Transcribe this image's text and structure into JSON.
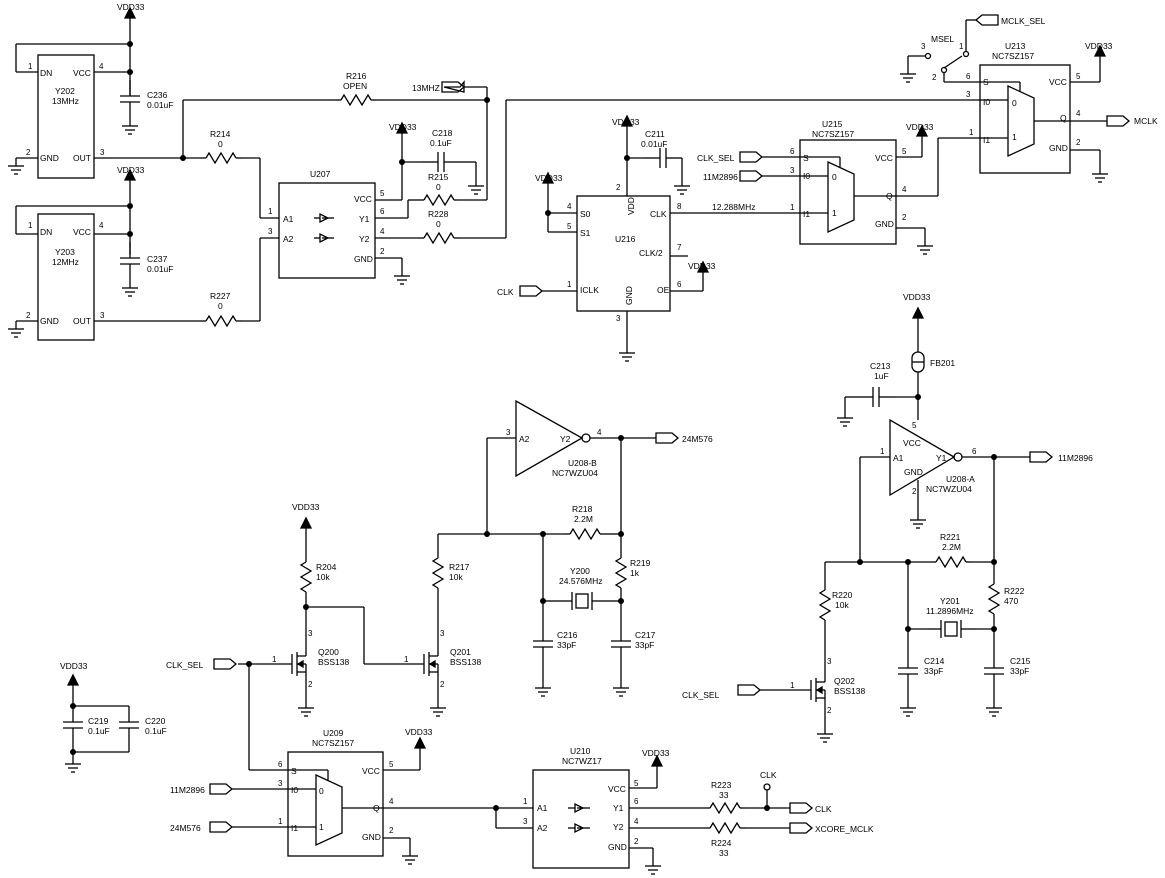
{
  "components": {
    "Y202": {
      "ref": "Y202",
      "value": "13MHz",
      "pins": {
        "DN": "DN",
        "VCC": "VCC",
        "GND": "GND",
        "OUT": "OUT"
      },
      "nums": [
        "1",
        "4",
        "2",
        "3"
      ]
    },
    "Y203": {
      "ref": "Y203",
      "value": "12MHz",
      "pins": {
        "DN": "DN",
        "VCC": "VCC",
        "GND": "GND",
        "OUT": "OUT"
      },
      "nums": [
        "1",
        "4",
        "2",
        "3"
      ]
    },
    "C236": {
      "ref": "C236",
      "value": "0.01uF"
    },
    "C237": {
      "ref": "C237",
      "value": "0.01uF"
    },
    "R216": {
      "ref": "R216",
      "value": "OPEN"
    },
    "R214": {
      "ref": "R214",
      "value": "0"
    },
    "R227": {
      "ref": "R227",
      "value": "0"
    },
    "U207": {
      "ref": "U207",
      "pins": {
        "A1": "A1",
        "A2": "A2",
        "VCC": "VCC",
        "Y1": "Y1",
        "Y2": "Y2",
        "GND": "GND"
      },
      "nums": [
        "1",
        "2",
        "3",
        "4",
        "5",
        "6"
      ]
    },
    "C218": {
      "ref": "C218",
      "value": "0.1uF"
    },
    "R215": {
      "ref": "R215",
      "value": "0"
    },
    "R228": {
      "ref": "R228",
      "value": "0"
    },
    "C211": {
      "ref": "C211",
      "value": "0.01uF"
    },
    "U216": {
      "ref": "U216",
      "pins": {
        "S0": "S0",
        "S1": "S1",
        "VDD": "VDD",
        "CLK": "CLK",
        "CLK2": "CLK/2",
        "OE": "OE",
        "ICLK": "ICLK",
        "GND": "GND"
      },
      "nums": [
        "1",
        "2",
        "3",
        "4",
        "5",
        "6",
        "7",
        "8"
      ]
    },
    "U215": {
      "ref": "U215",
      "part": "NC7SZ157",
      "pins": {
        "S": "S",
        "I0": "I0",
        "I1": "I1",
        "VCC": "VCC",
        "Q": "Q",
        "GND": "GND",
        "m0": "0",
        "m1": "1"
      },
      "nums": [
        "1",
        "2",
        "3",
        "4",
        "5",
        "6"
      ]
    },
    "U213": {
      "ref": "U213",
      "part": "NC7SZ157",
      "pins": {
        "S": "S",
        "I0": "I0",
        "I1": "I1",
        "VCC": "VCC",
        "Q": "Q",
        "GND": "GND",
        "m0": "0",
        "m1": "1"
      },
      "nums": [
        "1",
        "2",
        "3",
        "4",
        "5",
        "6"
      ]
    },
    "MSEL": {
      "ref": "MSEL",
      "nums": [
        "1",
        "2",
        "3"
      ]
    },
    "FB201": {
      "ref": "FB201"
    },
    "C213": {
      "ref": "C213",
      "value": "1uF"
    },
    "U208A": {
      "ref": "U208-A",
      "part": "NC7WZU04",
      "pins": {
        "A1": "A1",
        "Y1": "Y1",
        "VCC": "VCC",
        "GND": "GND"
      },
      "nums": [
        "1",
        "2",
        "5",
        "6"
      ]
    },
    "R221": {
      "ref": "R221",
      "value": "2.2M"
    },
    "R222": {
      "ref": "R222",
      "value": "470"
    },
    "R220": {
      "ref": "R220",
      "value": "10k"
    },
    "Y201": {
      "ref": "Y201",
      "value": "11.2896MHz"
    },
    "C214": {
      "ref": "C214",
      "value": "33pF"
    },
    "C215": {
      "ref": "C215",
      "value": "33pF"
    },
    "Q202": {
      "ref": "Q202",
      "value": "BSS138",
      "nums": [
        "1",
        "2",
        "3"
      ]
    },
    "U208B": {
      "ref": "U208-B",
      "part": "NC7WZU04",
      "pins": {
        "A2": "A2",
        "Y2": "Y2"
      },
      "nums": [
        "3",
        "4"
      ]
    },
    "R218": {
      "ref": "R218",
      "value": "2.2M"
    },
    "R219": {
      "ref": "R219",
      "value": "1k"
    },
    "R217": {
      "ref": "R217",
      "value": "10k"
    },
    "R204": {
      "ref": "R204",
      "value": "10k"
    },
    "Y200": {
      "ref": "Y200",
      "value": "24.576MHz"
    },
    "C216": {
      "ref": "C216",
      "value": "33pF"
    },
    "C217": {
      "ref": "C217",
      "value": "33pF"
    },
    "Q200": {
      "ref": "Q200",
      "value": "BSS138",
      "nums": [
        "1",
        "2",
        "3"
      ]
    },
    "Q201": {
      "ref": "Q201",
      "value": "BSS138",
      "nums": [
        "1",
        "2",
        "3"
      ]
    },
    "C219": {
      "ref": "C219",
      "value": "0.1uF"
    },
    "C220": {
      "ref": "C220",
      "value": "0.1uF"
    },
    "U209": {
      "ref": "U209",
      "part": "NC7SZ157",
      "pins": {
        "S": "S",
        "I0": "I0",
        "I1": "I1",
        "VCC": "VCC",
        "Q": "Q",
        "GND": "GND",
        "m0": "0",
        "m1": "1"
      },
      "nums": [
        "1",
        "2",
        "3",
        "4",
        "5",
        "6"
      ]
    },
    "U210": {
      "ref": "U210",
      "part": "NC7WZ17",
      "pins": {
        "A1": "A1",
        "A2": "A2",
        "VCC": "VCC",
        "Y1": "Y1",
        "Y2": "Y2",
        "GND": "GND"
      },
      "nums": [
        "1",
        "2",
        "3",
        "4",
        "5",
        "6"
      ]
    },
    "R223": {
      "ref": "R223",
      "value": "33"
    },
    "R224": {
      "ref": "R224",
      "value": "33"
    }
  },
  "nets": {
    "vdd": "VDD33",
    "n13mhz": "13MHZ",
    "mclk_sel": "MCLK_SEL",
    "mclk": "MCLK",
    "clk_sel": "CLK_SEL",
    "n11m2896": "11M2896",
    "n24m576": "24M576",
    "clk": "CLK",
    "freq": "12.288MHz",
    "xcore_mclk": "XCORE_MCLK"
  }
}
